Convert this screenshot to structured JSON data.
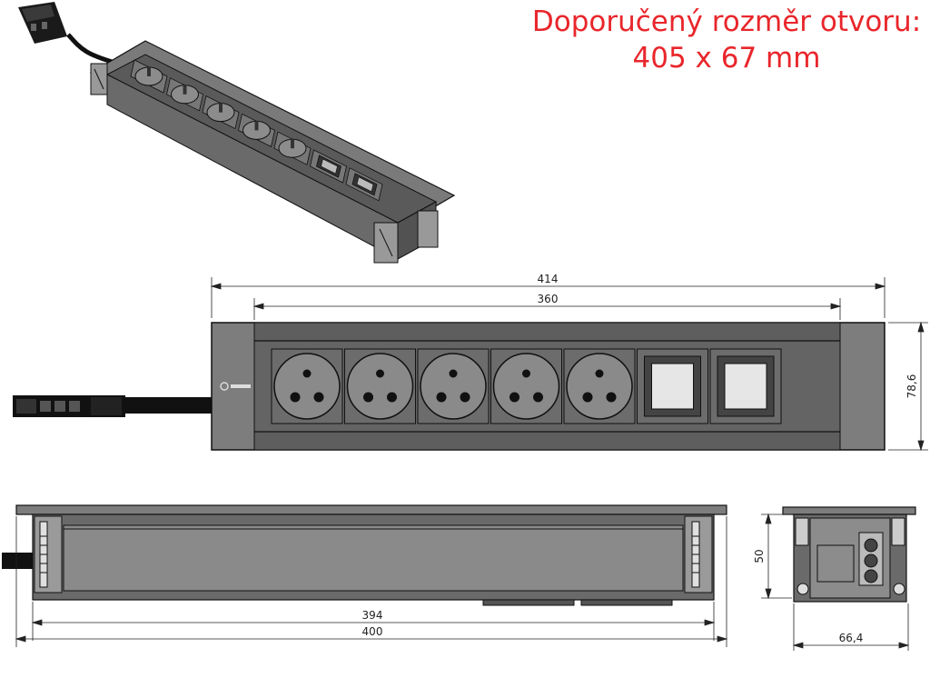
{
  "note": {
    "line1": "Doporučený rozměr otvoru:",
    "line2": "405 x 67 mm"
  },
  "dimensions": {
    "front_total_width": "414",
    "front_inner_width": "360",
    "front_height": "78,6",
    "side_inner_length": "394",
    "side_total_length": "400",
    "end_height": "50",
    "end_width": "66,4"
  },
  "colors": {
    "note": "#e8262b",
    "body": "#5e5e5e",
    "frame": "#7d7d7d",
    "outline": "#111111",
    "socket": "#8a8a8a",
    "background": "#ffffff"
  },
  "product": {
    "socket_count": 5,
    "data_module_count": 2
  }
}
